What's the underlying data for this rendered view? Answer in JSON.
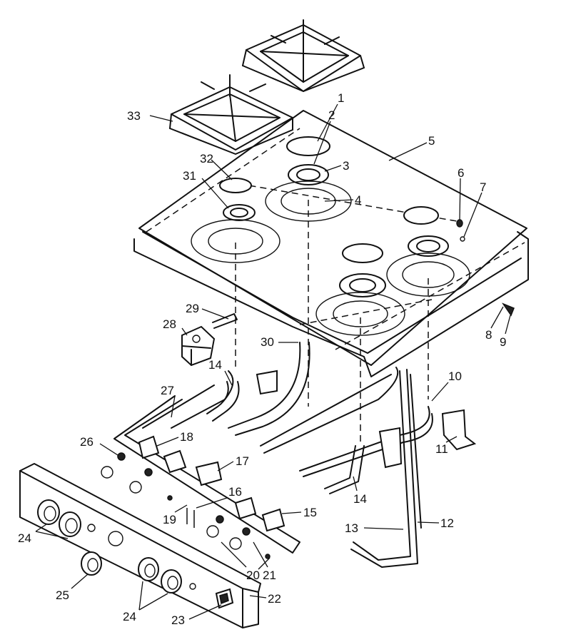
{
  "callouts": [
    {
      "id": "1",
      "text": "1"
    },
    {
      "id": "2",
      "text": "2"
    },
    {
      "id": "3",
      "text": "3"
    },
    {
      "id": "4",
      "text": "4"
    },
    {
      "id": "5",
      "text": "5"
    },
    {
      "id": "6",
      "text": "6"
    },
    {
      "id": "7",
      "text": "7"
    },
    {
      "id": "8",
      "text": "8"
    },
    {
      "id": "9",
      "text": "9"
    },
    {
      "id": "10",
      "text": "10"
    },
    {
      "id": "11",
      "text": "11"
    },
    {
      "id": "12",
      "text": "12"
    },
    {
      "id": "13",
      "text": "13"
    },
    {
      "id": "14a",
      "text": "14"
    },
    {
      "id": "14b",
      "text": "14"
    },
    {
      "id": "15",
      "text": "15"
    },
    {
      "id": "16",
      "text": "16"
    },
    {
      "id": "17",
      "text": "17"
    },
    {
      "id": "18",
      "text": "18"
    },
    {
      "id": "19",
      "text": "19"
    },
    {
      "id": "20",
      "text": "20"
    },
    {
      "id": "21",
      "text": "21"
    },
    {
      "id": "22",
      "text": "22"
    },
    {
      "id": "23",
      "text": "23"
    },
    {
      "id": "24a",
      "text": "24"
    },
    {
      "id": "24b",
      "text": "24"
    },
    {
      "id": "25",
      "text": "25"
    },
    {
      "id": "26",
      "text": "26"
    },
    {
      "id": "27",
      "text": "27"
    },
    {
      "id": "28",
      "text": "28"
    },
    {
      "id": "29",
      "text": "29"
    },
    {
      "id": "30",
      "text": "30"
    },
    {
      "id": "31",
      "text": "31"
    },
    {
      "id": "32",
      "text": "32"
    },
    {
      "id": "33",
      "text": "33"
    }
  ]
}
